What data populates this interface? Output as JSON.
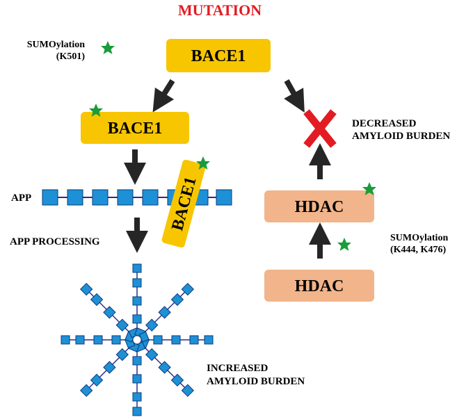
{
  "title": "MUTATION",
  "sumo_bace1": {
    "line1": "SUMOylation",
    "line2": "(K501)"
  },
  "bace1_top": "BACE1",
  "bace1_mid": "BACE1",
  "bace1_tilted": "BACE1",
  "app_label": "APP",
  "app_processing_label": "APP PROCESSING",
  "decreased": {
    "line1": "DECREASED",
    "line2": "AMYLOID BURDEN"
  },
  "increased": {
    "line1": "INCREASED",
    "line2": "AMYLOID BURDEN"
  },
  "hdac_top": "HDAC",
  "hdac_bottom": "HDAC",
  "sumo_hdac": {
    "line1": "SUMOylation",
    "line2": "(K444, K476)"
  },
  "colors": {
    "title": "#e31b23",
    "bace1_box": "#f7c600",
    "hdac_box": "#f2b48a",
    "star": "#1a9c3a",
    "x_mark": "#e31b23",
    "square": "#1e90d6",
    "square_stroke": "#0d3b7a",
    "arrow": "#262626"
  }
}
